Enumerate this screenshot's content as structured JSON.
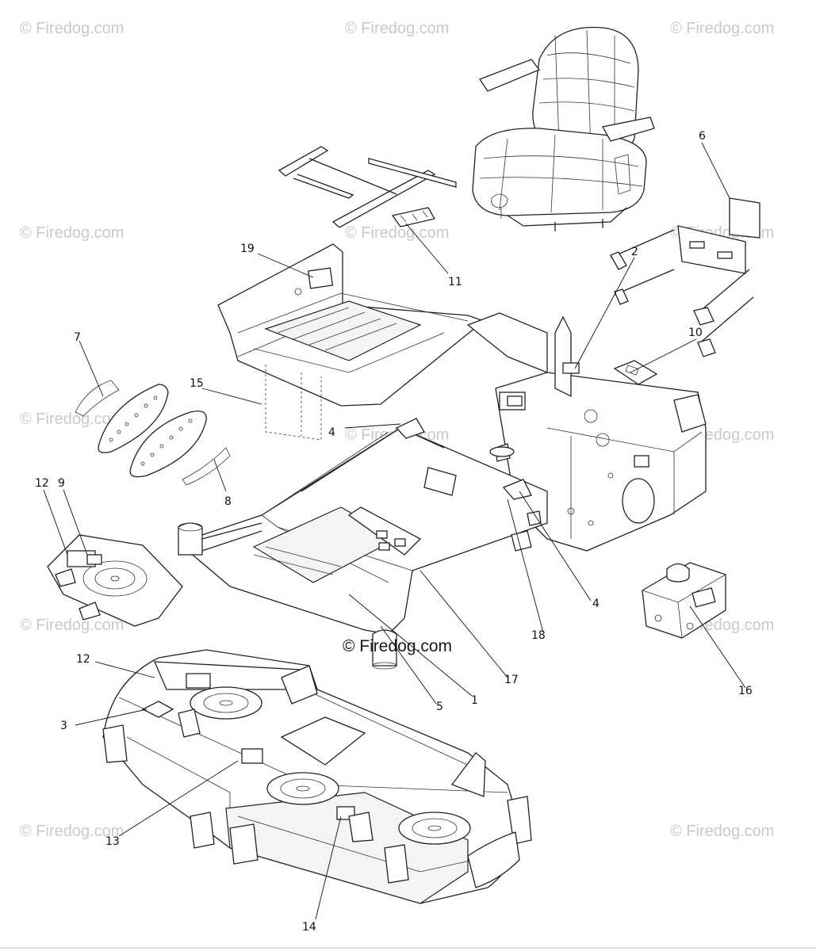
{
  "watermark": {
    "text": "© Firedog.com",
    "center_text": "© Firedog.com",
    "color": "#c9c9c9"
  },
  "callouts": [
    "1",
    "2",
    "3",
    "4",
    "4",
    "5",
    "6",
    "7",
    "8",
    "9",
    "10",
    "11",
    "12",
    "12",
    "13",
    "14",
    "15",
    "16",
    "17",
    "18",
    "19"
  ],
  "colors": {
    "line": "#222222",
    "background": "#ffffff"
  }
}
